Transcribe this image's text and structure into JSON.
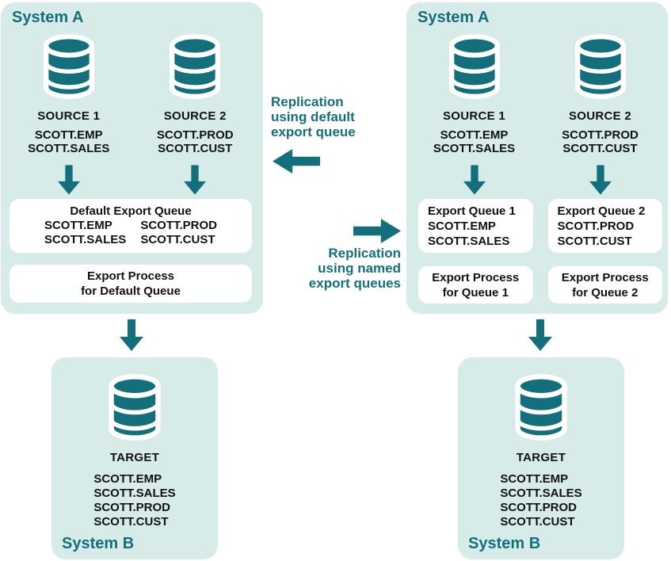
{
  "colors": {
    "teal": "#146f7d",
    "panel_bg": "#d7ebe8",
    "box_bg": "#ffffff",
    "text_dark": "#111111",
    "canvas_bg": "#ffffff"
  },
  "icons": {
    "database": "database-cylinder-icon (teal cylinder with white band outlines)",
    "arrow_down": "solid teal downward arrow",
    "arrow_left": "solid teal leftward arrow",
    "arrow_right": "solid teal rightward arrow"
  },
  "left_system_a": {
    "title": "System A",
    "sources": [
      {
        "label": "SOURCE 1",
        "tables": [
          "SCOTT.EMP",
          "SCOTT.SALES"
        ]
      },
      {
        "label": "SOURCE 2",
        "tables": [
          "SCOTT.PROD",
          "SCOTT.CUST"
        ]
      }
    ],
    "queue_box": {
      "title": "Default Export Queue",
      "columns": [
        [
          "SCOTT.EMP",
          "SCOTT.SALES"
        ],
        [
          "SCOTT.PROD",
          "SCOTT.CUST"
        ]
      ]
    },
    "process_box": {
      "lines": [
        "Export Process",
        "for Default Queue"
      ]
    }
  },
  "right_system_a": {
    "title": "System A",
    "sources": [
      {
        "label": "SOURCE 1",
        "tables": [
          "SCOTT.EMP",
          "SCOTT.SALES"
        ]
      },
      {
        "label": "SOURCE 2",
        "tables": [
          "SCOTT.PROD",
          "SCOTT.CUST"
        ]
      }
    ],
    "queue_boxes": [
      {
        "title": "Export Queue 1",
        "tables": [
          "SCOTT.EMP",
          "SCOTT.SALES"
        ]
      },
      {
        "title": "Export Queue 2",
        "tables": [
          "SCOTT.PROD",
          "SCOTT.CUST"
        ]
      }
    ],
    "process_boxes": [
      {
        "lines": [
          "Export Process",
          "for Queue 1"
        ]
      },
      {
        "lines": [
          "Export Process",
          "for Queue 2"
        ]
      }
    ]
  },
  "left_system_b": {
    "title": "System B",
    "target_label": "TARGET",
    "tables": [
      "SCOTT.EMP",
      "SCOTT.SALES",
      "SCOTT.PROD",
      "SCOTT.CUST"
    ]
  },
  "right_system_b": {
    "title": "System B",
    "target_label": "TARGET",
    "tables": [
      "SCOTT.EMP",
      "SCOTT.SALES",
      "SCOTT.PROD",
      "SCOTT.CUST"
    ]
  },
  "annotations": {
    "default_replication": {
      "lines": [
        "Replication",
        "using default",
        "export queue"
      ]
    },
    "named_replication": {
      "lines": [
        "Replication",
        "using named",
        "export queues"
      ]
    }
  }
}
